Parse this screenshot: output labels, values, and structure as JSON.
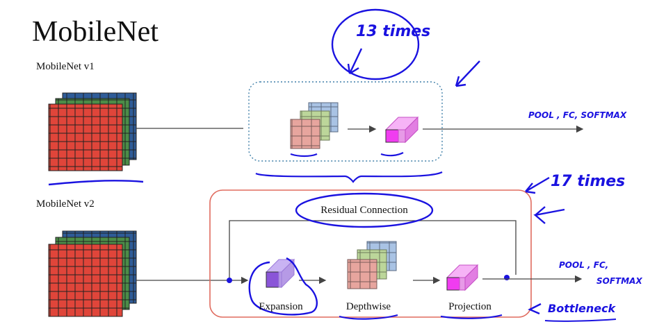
{
  "title": "MobileNet",
  "v1": {
    "label": "MobileNet v1",
    "annotation_repeat": "13 times",
    "annotation_output": "POOL , FC, SOFTMAX"
  },
  "v2": {
    "label": "MobileNet v2",
    "residual_label": "Residual Connection",
    "stages": [
      "Expansion",
      "Depthwise",
      "Projection"
    ],
    "annotation_repeat": "17 times",
    "annotation_output_line1": "POOL , FC,",
    "annotation_output_line2": "SOFTMAX",
    "annotation_bottleneck": "Bottleneck"
  },
  "colors": {
    "input_red": "#e0453a",
    "input_green": "#4c8d48",
    "input_blue": "#2f5c98",
    "conv_red": "#e7a59e",
    "conv_green": "#bcd69a",
    "conv_blue": "#a9c3e4",
    "pointwise_magenta": "#f03cf0",
    "expansion_purple": "#8a55d8",
    "residual_box": "#e06b5e",
    "ink": "#1a12e0"
  }
}
